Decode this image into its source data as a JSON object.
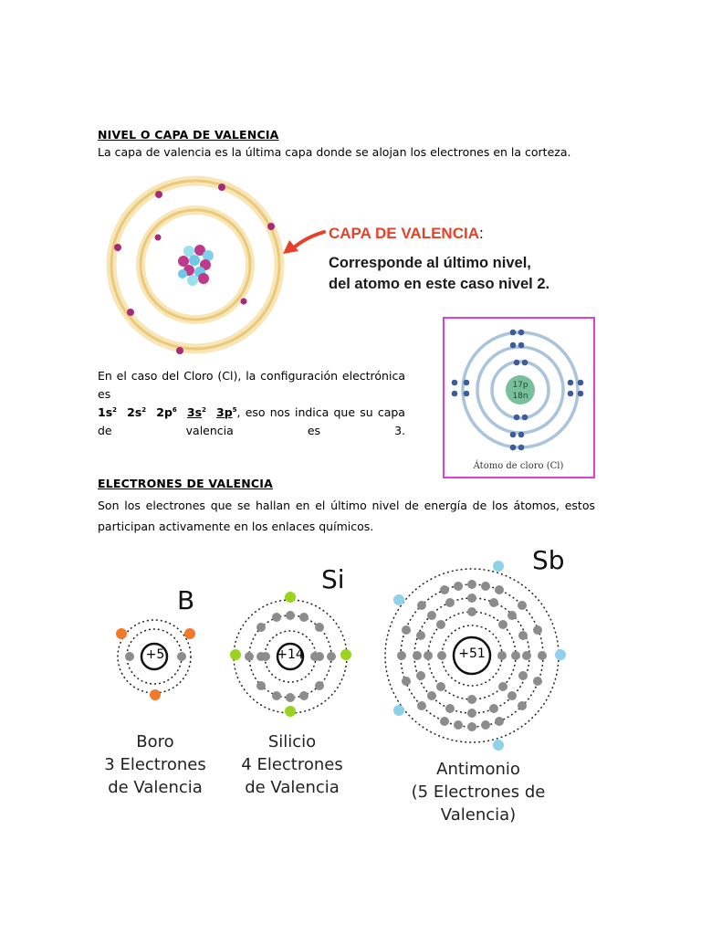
{
  "section1": {
    "heading": "NIVEL O CAPA DE VALENCIA",
    "intro": "La capa de valencia es la última capa donde se alojan los electrones en la corteza."
  },
  "callout": {
    "title": "CAPA DE VALENCIA",
    "colon": ":",
    "line1": "Corresponde al último nivel,",
    "line2": "del atomo en este caso nivel 2.",
    "arrow_color": "#e8412a"
  },
  "chlorine_text": {
    "before": "En el caso del Cloro (Cl), la configuración electrónica es",
    "config": [
      {
        "base": "1s",
        "exp": "2"
      },
      {
        "base": "2s",
        "exp": "2"
      },
      {
        "base": "2p",
        "exp": "6"
      },
      {
        "base": "3s",
        "exp": "2",
        "underline_first": true
      },
      {
        "base": "3p",
        "exp": "5",
        "underline_first": true
      }
    ],
    "after": ", eso nos indica que su capa de valencia es 3."
  },
  "chlorine_diagram": {
    "protons": "17p",
    "neutrons": "18n",
    "caption": "Átomo de cloro (Cl)",
    "frame_color": "#e040d0"
  },
  "section2": {
    "heading": "ELECTRONES DE VALENCIA",
    "body": "Son los electrones que se hallan en el último nivel de energía de los átomos, estos participan activamente en los enlaces químicos."
  },
  "atoms": [
    {
      "symbol": "B",
      "charge": "+5",
      "caption": [
        "Boro",
        "3 Electrones",
        "de Valencia"
      ],
      "valence_color": "#f07a2a"
    },
    {
      "symbol": "Si",
      "charge": "+14",
      "caption": [
        "Silicio",
        "4 Electrones",
        "de Valencia"
      ],
      "valence_color": "#9bd41e"
    },
    {
      "symbol": "Sb",
      "charge": "+51",
      "caption": [
        "Antimonio",
        "(5 Electrones de Valencia)"
      ],
      "valence_color": "#8fd0ea"
    }
  ]
}
